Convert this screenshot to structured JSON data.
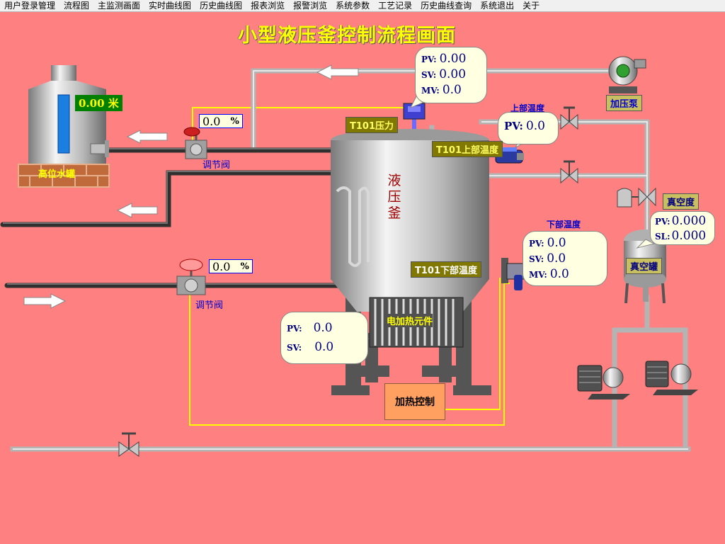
{
  "menu": [
    "用户登录管理",
    "流程图",
    "主监测画面",
    "实时曲线图",
    "历史曲线图",
    "报表浏览",
    "报警浏览",
    "系统参数",
    "工艺记录",
    "历史曲线查询",
    "系统退出",
    "关于"
  ],
  "title": "小型液压釜控制流程画面",
  "tank": {
    "label": "高位水罐",
    "level_value": "0.00 米"
  },
  "valve_top": {
    "label": "调节阀",
    "value": "0.0",
    "unit": "%"
  },
  "valve_bottom": {
    "label": "调节阀",
    "value": "0.0",
    "unit": "%"
  },
  "pressure": {
    "label": "T101压力",
    "pv_label": "PV:",
    "pv": "0.00",
    "sv_label": "SV:",
    "sv": "0.00",
    "mv_label": "MV:",
    "mv": "0.0"
  },
  "upper_temp": {
    "title": "上部温度",
    "label": "T101上部温度",
    "pv_label": "PV:",
    "pv": "0.0"
  },
  "lower_temp": {
    "title": "下部温度",
    "label": "T101下部温度",
    "pv_label": "PV:",
    "pv": "0.0",
    "sv_label": "SV:",
    "sv": "0.0",
    "mv_label": "MV:",
    "mv": "0.0"
  },
  "reactor_label": "液压釜",
  "heater": {
    "label": "电加热元件",
    "pv_label": "PV:",
    "pv": "0.0",
    "sv_label": "SV:",
    "sv": "0.0",
    "control_button": "加热控制"
  },
  "pump_label": "加压泵",
  "vacuum": {
    "label": "真空度",
    "tank_label": "真空罐",
    "pv_label": "PV:",
    "pv": "0.000",
    "sl_label": "SL:",
    "sl": "0.000"
  },
  "colors": {
    "background": "#ff8080",
    "title": "#ffff00",
    "bubble": "#ffffe1",
    "pipe_dark": "#303030",
    "pipe_light": "#b0b0b0",
    "signal_line": "#ffff00"
  }
}
